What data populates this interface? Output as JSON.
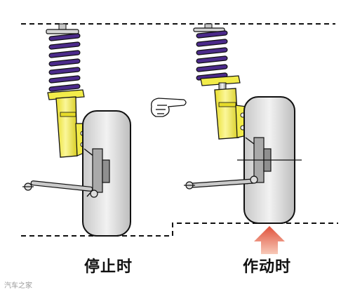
{
  "captions": {
    "stopped": "停止时",
    "active": "作动时"
  },
  "watermark": "汽车之家",
  "colors": {
    "spring": "#4b2a8a",
    "strut_body": "#f2ec4a",
    "tire": "#dcdcdc",
    "rim": "#a9a9a9",
    "arrow": "#e0503a",
    "line": "#111111"
  },
  "icons": [
    "pointing-hand-icon",
    "up-arrow-icon"
  ]
}
